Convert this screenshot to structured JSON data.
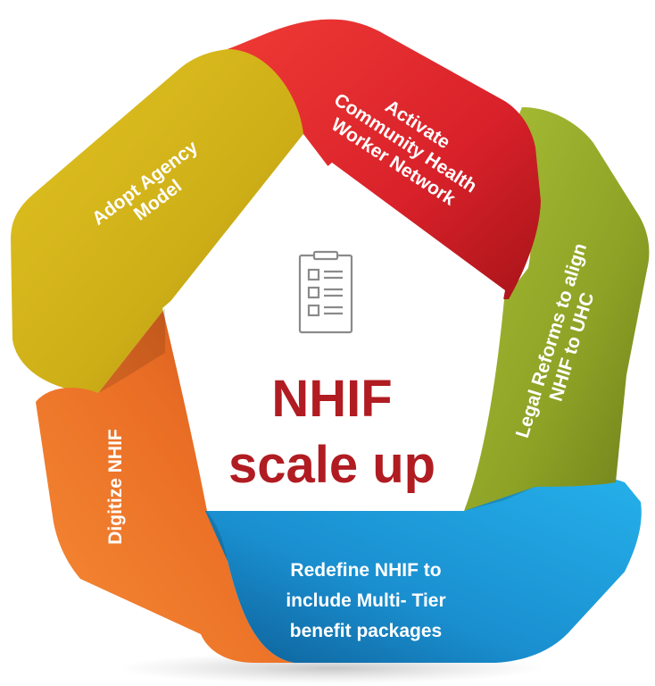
{
  "center": {
    "title_line1": "NHIF",
    "title_line2": "scale up",
    "title_color": "#b01c22",
    "icon": "clipboard-checklist-icon"
  },
  "segments": [
    {
      "id": "activate",
      "color": "#e0262b",
      "lines": [
        "Activate",
        "Community Health",
        "Worker Network"
      ]
    },
    {
      "id": "legal",
      "color": "#93a82a",
      "lines": [
        "Legal Reforms to align",
        "NHIF to UHC"
      ]
    },
    {
      "id": "redefine",
      "color": "#1e9ad8",
      "lines": [
        "Redefine NHIF to",
        "include Multi- Tier",
        "benefit packages"
      ]
    },
    {
      "id": "digitize",
      "color": "#f07a2e",
      "lines": [
        "Digitize NHIF"
      ]
    },
    {
      "id": "adopt",
      "color": "#d3b21a",
      "lines": [
        "Adopt Agency",
        "Model"
      ]
    }
  ]
}
